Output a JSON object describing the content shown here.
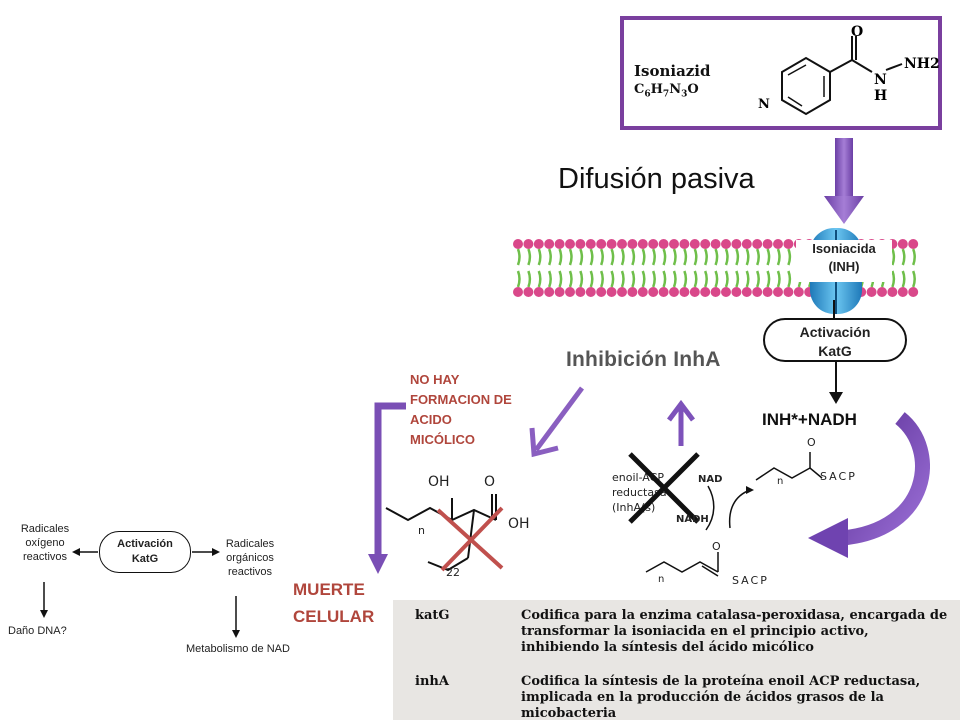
{
  "isoniazid": {
    "name": "Isoniazid",
    "formula": "C6H7N3O",
    "atom_o": "O",
    "atom_n": "N",
    "atom_h": "H",
    "atom_nh2": "NH2",
    "ring_n": "N"
  },
  "diffusion_label": "Difusión pasiva",
  "membrane": {
    "channel_label_line1": "Isoniacida",
    "channel_label_line2": "(INH)"
  },
  "activation": {
    "line1": "Activación",
    "line2": "KatG"
  },
  "inh_nadh": "INH*+NADH",
  "inhibition_title": "Inhibición InhA",
  "no_hay_text": [
    "NO HAY",
    "FORMACION DE",
    "ACIDO",
    "MICÓLICO"
  ],
  "muerte_text": [
    "MUERTE",
    "CELULAR"
  ],
  "mycolic_labels": {
    "oh": "OH",
    "o": "O",
    "oh2": "OH",
    "n_sub": "n",
    "sub22": "22"
  },
  "enoyl": {
    "line1": "enoil-ACP",
    "line2": "reductasa",
    "line3": "(InhA(s)",
    "nad": "NAD",
    "nadh": "NADH",
    "sacp1": "SACP",
    "sacp2": "SACP",
    "o1": "O",
    "o2": "O",
    "n1": "n",
    "n2": "n"
  },
  "katg_pathway": {
    "center_line1": "Activación",
    "center_line2": "KatG",
    "left": [
      "Radicales",
      "oxígeno",
      "reactivos"
    ],
    "right": [
      "Radicales",
      "orgánicos",
      "reactivos"
    ],
    "left_result": "Daño DNA?",
    "right_result": "Metabolismo de NAD"
  },
  "gene_table": [
    {
      "gene": "katG",
      "description": "Codifica para la enzima catalasa-peroxidasa, encargada de transformar la isoniacida en el principio activo, inhibiendo la síntesis del ácido micólico"
    },
    {
      "gene": "inhA",
      "description": "Codifica la síntesis de la proteína enoil ACP reductasa, implicada en la producción de ácidos grasos de la micobacteria"
    }
  ],
  "colors": {
    "purple_accent": "#7a3f9e",
    "arrow_purple": "#8a5fc0",
    "red_text": "#b0463c",
    "membrane_pink": "#d9488a",
    "membrane_green": "#6fbf4a",
    "channel_blue": "#2fa4dd",
    "cross_red": "#c0504d"
  }
}
